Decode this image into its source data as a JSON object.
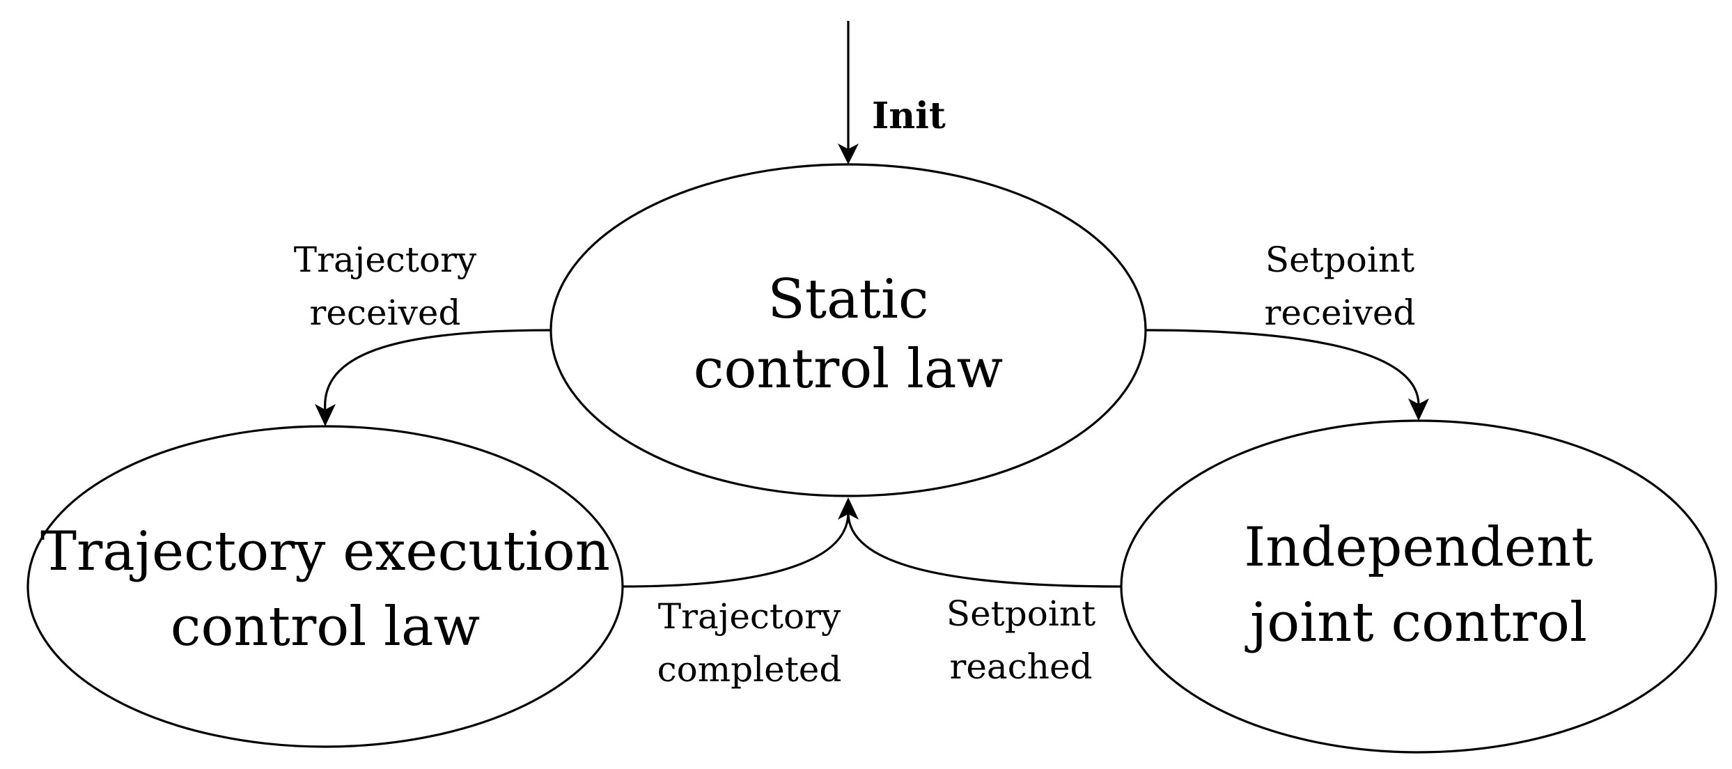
{
  "states": {
    "static": {
      "line1": "Static",
      "line2": "control law"
    },
    "trajectory_exec": {
      "line1": "Trajectory execution",
      "line2": "control law"
    },
    "independent": {
      "line1": "Independent",
      "line2": "joint control"
    }
  },
  "transitions": {
    "init": "Init",
    "trajectory_received": {
      "line1": "Trajectory",
      "line2": "received"
    },
    "setpoint_received": {
      "line1": "Setpoint",
      "line2": "received"
    },
    "trajectory_completed": {
      "line1": "Trajectory",
      "line2": "completed"
    },
    "setpoint_reached": {
      "line1": "Setpoint",
      "line2": "reached"
    }
  }
}
